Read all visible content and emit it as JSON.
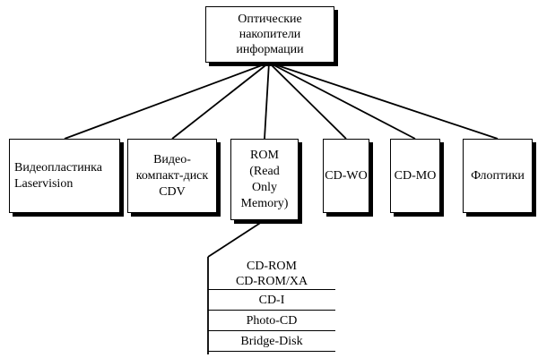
{
  "root": {
    "label": "Оптические\nнакопители\nинформации"
  },
  "categories": [
    {
      "id": "laservision",
      "label": "Видеопластинка\nLaservision"
    },
    {
      "id": "cdv",
      "label": "Видео-\nкомпакт-диск\nCDV"
    },
    {
      "id": "rom",
      "label": "ROM\n(Read\nOnly\nMemory)"
    },
    {
      "id": "cd-wo",
      "label": "CD-WO"
    },
    {
      "id": "cd-mo",
      "label": "CD-MO"
    },
    {
      "id": "floptiki",
      "label": "Флоптики"
    }
  ],
  "rom_subtypes": [
    {
      "label": "CD-ROM\nCD-ROM/XA"
    },
    {
      "label": "CD-I"
    },
    {
      "label": "Photo-CD"
    },
    {
      "label": "Bridge-Disk"
    }
  ]
}
